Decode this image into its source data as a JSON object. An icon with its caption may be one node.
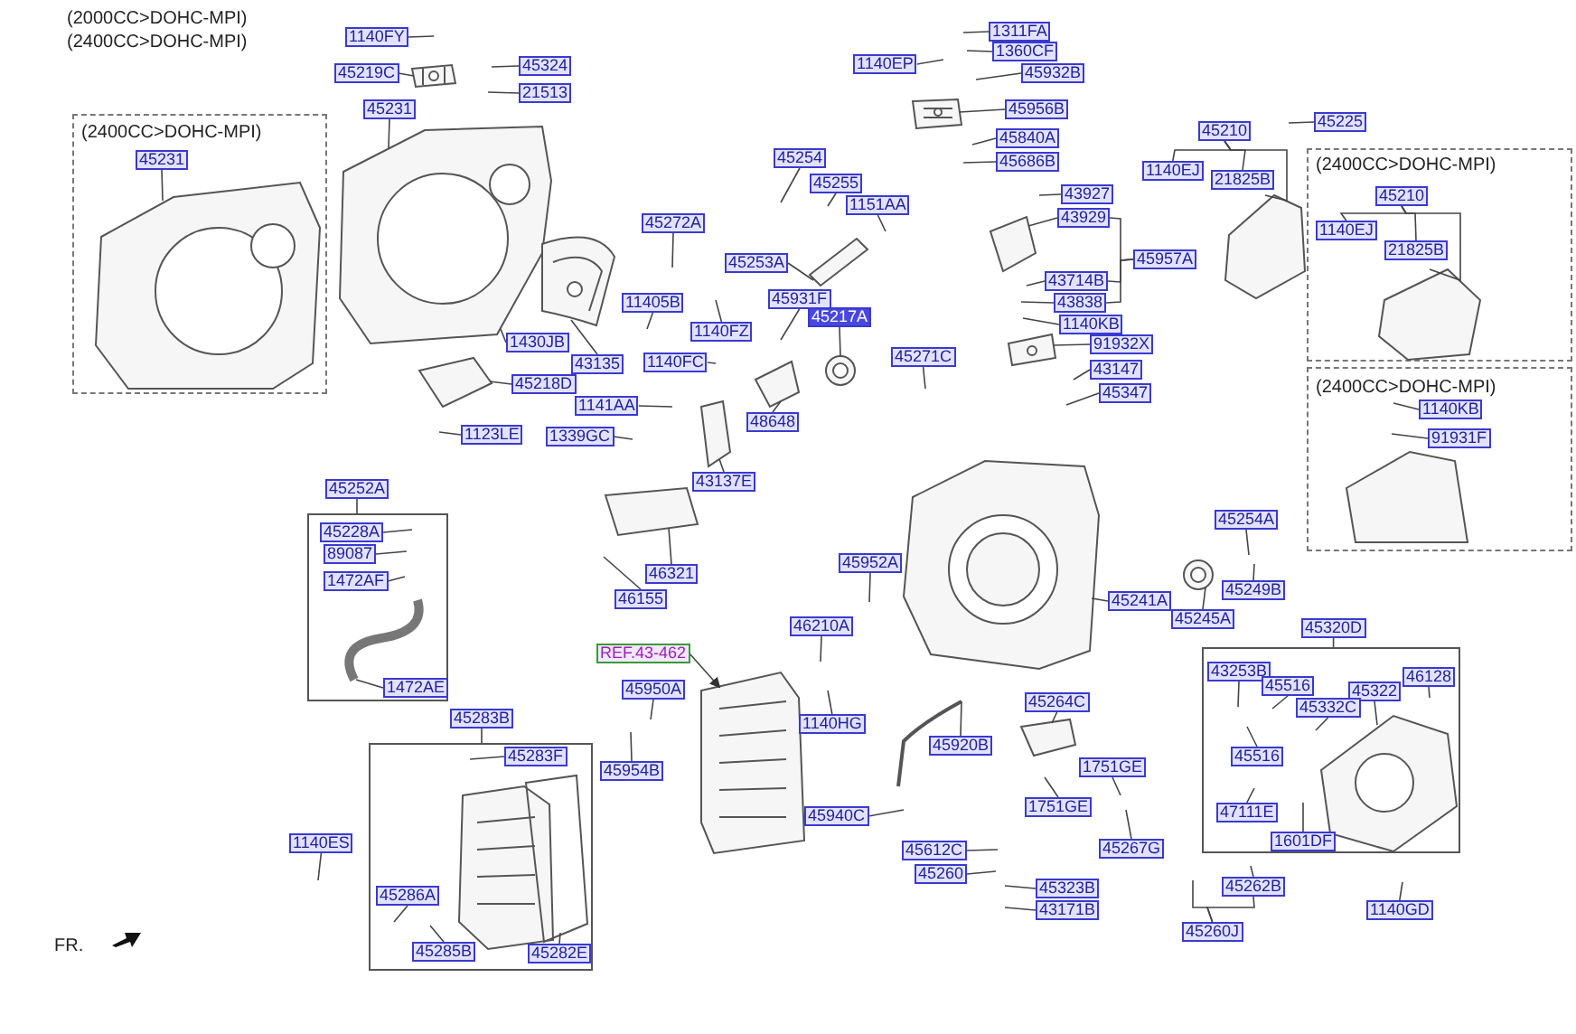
{
  "diagram": {
    "nodes": [
      {
        "text": [
          "(2400CC>DOHC-MPI)"
        ]
      },
      {
        "text": [
          "45231"
        ],
        "in": 0
      },
      {
        "text": [
          "1140FY"
        ]
      },
      {
        "text": [
          "45219C"
        ]
      },
      {
        "text": [
          "45324"
        ]
      },
      {
        "text": [
          "21513"
        ]
      },
      {
        "text": [
          "45231"
        ]
      },
      {
        "text": [
          "45272A"
        ]
      },
      {
        "text": [
          "11405B"
        ]
      },
      {
        "text": [
          "1430JB"
        ]
      },
      {
        "text": [
          "43135"
        ]
      },
      {
        "text": [
          "1140FZ"
        ]
      },
      {
        "text": [
          "45218D"
        ]
      },
      {
        "text": [
          "1140FC"
        ]
      },
      {
        "text": [
          "1123LE"
        ]
      },
      {
        "text": [
          "1141AA"
        ]
      },
      {
        "text": [
          "1339GC"
        ]
      },
      {
        "text": [
          "43137E"
        ]
      },
      {
        "text": [
          "45254"
        ]
      },
      {
        "text": [
          "45255"
        ]
      },
      {
        "text": [
          "1151AA"
        ]
      },
      {
        "text": [
          "45253A"
        ]
      },
      {
        "text": [
          "45931F"
        ]
      },
      {
        "text": [
          "45217A"
        ]
      },
      {
        "text": [
          "48648"
        ]
      },
      {
        "text": [
          "45271C"
        ]
      },
      {
        "text": [
          "1311FA"
        ]
      },
      {
        "text": [
          "1360CF"
        ]
      },
      {
        "text": [
          "1140EP"
        ]
      },
      {
        "text": [
          "45932B"
        ]
      },
      {
        "text": [
          "45956B"
        ]
      },
      {
        "text": [
          "45840A"
        ]
      },
      {
        "text": [
          "45686B"
        ]
      },
      {
        "text": [
          "43927"
        ]
      },
      {
        "text": [
          "43929"
        ]
      },
      {
        "text": [
          "45957A"
        ]
      },
      {
        "text": [
          "43714B"
        ]
      },
      {
        "text": [
          "43838"
        ]
      },
      {
        "text": [
          "1140KB"
        ]
      },
      {
        "text": [
          "91932X"
        ]
      },
      {
        "text": [
          "43147"
        ]
      },
      {
        "text": [
          "45347"
        ]
      },
      {
        "text": [
          "45210"
        ]
      },
      {
        "text": [
          "1140EJ"
        ]
      },
      {
        "text": [
          "21825B"
        ]
      },
      {
        "text": [
          "45225"
        ]
      },
      {
        "text": [
          "(2400CC>DOHC-MPI)"
        ]
      },
      {
        "text": [
          "45210"
        ],
        "in": 46
      },
      {
        "text": [
          "1140EJ"
        ],
        "in": 46
      },
      {
        "text": [
          "21825B"
        ],
        "in": 46
      },
      {
        "text": [
          "(2400CC>DOHC-MPI)"
        ]
      },
      {
        "text": [
          "1140KB"
        ],
        "in": 50
      },
      {
        "text": [
          "91931F"
        ],
        "in": 50
      },
      {
        "text": [],
        "shape": "box"
      },
      {
        "text": [
          "45228A"
        ],
        "in": 53
      },
      {
        "text": [
          "89087"
        ],
        "in": 53
      },
      {
        "text": [
          "1472AF"
        ],
        "in": 53
      },
      {
        "text": [
          "1472AE"
        ],
        "in": 53
      },
      {
        "text": [
          "46321"
        ]
      },
      {
        "text": [
          "46155"
        ]
      },
      {
        "text": [
          "REF.43-462"
        ]
      },
      {
        "text": [
          "45950A"
        ]
      },
      {
        "text": [
          "45954B"
        ]
      },
      {
        "text": [
          "45952A"
        ]
      },
      {
        "text": [
          "46210A"
        ]
      },
      {
        "text": [
          "1140HG"
        ]
      },
      {
        "text": [
          "45920B"
        ]
      },
      {
        "text": [
          "45940C"
        ]
      },
      {
        "text": [
          "45264C"
        ]
      },
      {
        "text": [
          "1751GE"
        ]
      },
      {
        "text": [
          "1751GE"
        ]
      },
      {
        "text": [
          "45267G"
        ]
      },
      {
        "text": [
          "45612C"
        ]
      },
      {
        "text": [
          "45260"
        ]
      },
      {
        "text": [
          "45323B"
        ]
      },
      {
        "text": [
          "43171B"
        ]
      },
      {
        "text": [
          "45254A"
        ]
      },
      {
        "text": [
          "45249B"
        ]
      },
      {
        "text": [
          "45245A"
        ]
      },
      {
        "text": [
          "45241A"
        ]
      },
      {
        "text": [],
        "shape": "box"
      },
      {
        "text": [
          "45283F"
        ],
        "in": 80
      },
      {
        "text": [
          "1140ES"
        ]
      },
      {
        "text": [
          "45286A"
        ],
        "in": 80
      },
      {
        "text": [
          "45285B"
        ],
        "in": 80
      },
      {
        "text": [
          "45282E"
        ],
        "in": 80
      },
      {
        "text": [],
        "shape": "box"
      },
      {
        "text": [
          "43253B"
        ],
        "in": 86
      },
      {
        "text": [
          "45516"
        ],
        "in": 86
      },
      {
        "text": [
          "45322"
        ],
        "in": 86
      },
      {
        "text": [
          "46128"
        ],
        "in": 86
      },
      {
        "text": [
          "45332C"
        ],
        "in": 86
      },
      {
        "text": [
          "45516"
        ],
        "in": 86
      },
      {
        "text": [
          "47111E"
        ],
        "in": 86
      },
      {
        "text": [
          "1601DF"
        ],
        "in": 86
      },
      {
        "text": [
          "45262B"
        ]
      },
      {
        "text": [
          "45260J"
        ]
      },
      {
        "text": [
          "1140GD"
        ]
      },
      {
        "text": [],
        "shape": "picture",
        "in": 0
      },
      {
        "text": [],
        "shape": "picture"
      },
      {
        "text": [],
        "shape": "picture"
      },
      {
        "text": [],
        "shape": "picture"
      },
      {
        "text": [],
        "shape": "picture"
      },
      {
        "text": [],
        "shape": "picture"
      },
      {
        "text": [],
        "shape": "picture"
      },
      {
        "text": [],
        "shape": "picture"
      },
      {
        "text": [],
        "shape": "picture"
      },
      {
        "text": [],
        "shape": "picture"
      },
      {
        "text": [],
        "shape": "picture"
      },
      {
        "text": [],
        "shape": "picture"
      },
      {
        "text": [],
        "shape": "picture"
      },
      {
        "text": [],
        "shape": "picture"
      },
      {
        "text": [],
        "shape": "picture",
        "in": 46
      },
      {
        "text": [],
        "shape": "picture"
      },
      {
        "text": [],
        "shape": "picture",
        "in": 53
      },
      {
        "text": [],
        "shape": "picture",
        "in": 80
      },
      {
        "text": [],
        "shape": "picture"
      },
      {
        "text": [],
        "shape": "picture"
      },
      {
        "text": [],
        "shape": "picture",
        "in": 86
      },
      {
        "text": [],
        "shape": "picture"
      },
      {
        "text": [],
        "shape": "picture"
      },
      {
        "text": [
          "45252A"
        ]
      },
      {
        "text": [
          "45283B"
        ]
      },
      {
        "text": [
          "45320D"
        ]
      }
    ],
    "edges": [
      {
        "from": 1,
        "to": 98,
        "arrow": "none"
      },
      {
        "from": 2,
        "to": null,
        "arrow": "none"
      },
      {
        "from": 3,
        "to": 100,
        "arrow": "none"
      },
      {
        "from": 4,
        "to": null,
        "arrow": "none"
      },
      {
        "from": 5,
        "to": null,
        "arrow": "none"
      },
      {
        "from": 6,
        "to": 99,
        "arrow": "none"
      },
      {
        "from": 7,
        "to": null,
        "arrow": "none"
      },
      {
        "from": 8,
        "to": null,
        "arrow": "none"
      },
      {
        "from": 9,
        "to": 99,
        "arrow": "none"
      },
      {
        "from": 10,
        "to": 101,
        "arrow": "none"
      },
      {
        "from": 11,
        "to": null,
        "arrow": "none"
      },
      {
        "from": 12,
        "to": 102,
        "arrow": "none"
      },
      {
        "from": 13,
        "to": null,
        "arrow": "none"
      },
      {
        "from": 14,
        "to": null,
        "arrow": "none"
      },
      {
        "from": 15,
        "to": null,
        "arrow": "none"
      },
      {
        "from": 16,
        "to": null,
        "arrow": "none"
      },
      {
        "from": 17,
        "to": 103,
        "arrow": "none"
      },
      {
        "from": 18,
        "to": null,
        "arrow": "none"
      },
      {
        "from": 19,
        "to": null,
        "arrow": "none"
      },
      {
        "from": 20,
        "to": null,
        "arrow": "none"
      },
      {
        "from": 21,
        "to": 106,
        "arrow": "none"
      },
      {
        "from": 22,
        "to": null,
        "arrow": "none"
      },
      {
        "from": 23,
        "to": 105,
        "arrow": "none"
      },
      {
        "from": 24,
        "to": 107,
        "arrow": "none"
      },
      {
        "from": 25,
        "to": null,
        "arrow": "none"
      },
      {
        "from": 26,
        "to": null,
        "arrow": "none"
      },
      {
        "from": 27,
        "to": null,
        "arrow": "none"
      },
      {
        "from": 28,
        "to": null,
        "arrow": "none"
      },
      {
        "from": 29,
        "to": null,
        "arrow": "none"
      },
      {
        "from": 30,
        "to": 108,
        "arrow": "none"
      },
      {
        "from": 31,
        "to": null,
        "arrow": "none"
      },
      {
        "from": 32,
        "to": null,
        "arrow": "none"
      },
      {
        "from": 33,
        "to": null,
        "arrow": "none"
      },
      {
        "from": 34,
        "to": 119,
        "arrow": "none"
      },
      {
        "from": 35,
        "to": 34,
        "arrow": "none"
      },
      {
        "from": 35,
        "to": 36,
        "arrow": "none"
      },
      {
        "from": 35,
        "to": 37,
        "arrow": "none"
      },
      {
        "from": 36,
        "to": null,
        "arrow": "none"
      },
      {
        "from": 37,
        "to": null,
        "arrow": "none"
      },
      {
        "from": 38,
        "to": null,
        "arrow": "none"
      },
      {
        "from": 39,
        "to": 120,
        "arrow": "none"
      },
      {
        "from": 40,
        "to": null,
        "arrow": "none"
      },
      {
        "from": 41,
        "to": null,
        "arrow": "none"
      },
      {
        "from": 42,
        "to": 43,
        "arrow": "none"
      },
      {
        "from": 42,
        "to": 44,
        "arrow": "none"
      },
      {
        "from": 42,
        "to": 111,
        "arrow": "none"
      },
      {
        "from": 45,
        "to": null,
        "arrow": "none"
      },
      {
        "from": 47,
        "to": 48,
        "arrow": "none"
      },
      {
        "from": 47,
        "to": 49,
        "arrow": "none"
      },
      {
        "from": 47,
        "to": 112,
        "arrow": "none"
      },
      {
        "from": 51,
        "to": null,
        "arrow": "none"
      },
      {
        "from": 52,
        "to": null,
        "arrow": "none"
      },
      {
        "from": 54,
        "to": null,
        "arrow": "none"
      },
      {
        "from": 55,
        "to": null,
        "arrow": "none"
      },
      {
        "from": 56,
        "to": null,
        "arrow": "none"
      },
      {
        "from": 57,
        "to": 114,
        "arrow": "none"
      },
      {
        "from": 58,
        "to": 104,
        "arrow": "none"
      },
      {
        "from": 59,
        "to": null,
        "arrow": "none"
      },
      {
        "from": 60,
        "to": 113,
        "arrow": "to"
      },
      {
        "from": 61,
        "to": null,
        "arrow": "none"
      },
      {
        "from": 62,
        "to": null,
        "arrow": "none"
      },
      {
        "from": 63,
        "to": null,
        "arrow": "none"
      },
      {
        "from": 64,
        "to": null,
        "arrow": "none"
      },
      {
        "from": 65,
        "to": null,
        "arrow": "none"
      },
      {
        "from": 66,
        "to": 116,
        "arrow": "none"
      },
      {
        "from": 67,
        "to": null,
        "arrow": "none"
      },
      {
        "from": 68,
        "to": 117,
        "arrow": "none"
      },
      {
        "from": 69,
        "to": null,
        "arrow": "none"
      },
      {
        "from": 70,
        "to": null,
        "arrow": "none"
      },
      {
        "from": 71,
        "to": null,
        "arrow": "none"
      },
      {
        "from": 72,
        "to": null,
        "arrow": "none"
      },
      {
        "from": 73,
        "to": null,
        "arrow": "none"
      },
      {
        "from": 74,
        "to": null,
        "arrow": "none"
      },
      {
        "from": 75,
        "to": null,
        "arrow": "none"
      },
      {
        "from": 76,
        "to": null,
        "arrow": "none"
      },
      {
        "from": 77,
        "to": null,
        "arrow": "none"
      },
      {
        "from": 78,
        "to": 110,
        "arrow": "none"
      },
      {
        "from": 79,
        "to": 109,
        "arrow": "none"
      },
      {
        "from": 81,
        "to": null,
        "arrow": "none"
      },
      {
        "from": 82,
        "to": null,
        "arrow": "none"
      },
      {
        "from": 83,
        "to": null,
        "arrow": "none"
      },
      {
        "from": 84,
        "to": null,
        "arrow": "none"
      },
      {
        "from": 85,
        "to": 115,
        "arrow": "none"
      },
      {
        "from": 87,
        "to": null,
        "arrow": "none"
      },
      {
        "from": 88,
        "to": null,
        "arrow": "none"
      },
      {
        "from": 89,
        "to": 118,
        "arrow": "none"
      },
      {
        "from": 90,
        "to": null,
        "arrow": "none"
      },
      {
        "from": 91,
        "to": null,
        "arrow": "none"
      },
      {
        "from": 92,
        "to": null,
        "arrow": "none"
      },
      {
        "from": 93,
        "to": null,
        "arrow": "none"
      },
      {
        "from": 94,
        "to": null,
        "arrow": "none"
      },
      {
        "from": 95,
        "to": null,
        "arrow": "none"
      },
      {
        "from": 96,
        "to": 95,
        "arrow": "none"
      },
      {
        "from": 96,
        "to": null,
        "arrow": "none"
      },
      {
        "from": 97,
        "to": null,
        "arrow": "none"
      },
      {
        "from": 121,
        "to": 53,
        "arrow": "none"
      },
      {
        "from": 122,
        "to": 80,
        "arrow": "none"
      },
      {
        "from": 123,
        "to": 86,
        "arrow": "none"
      }
    ],
    "labels": [
      "(2000CC>DOHC-MPI)",
      "(2400CC>DOHC-MPI)",
      "FR."
    ]
  }
}
